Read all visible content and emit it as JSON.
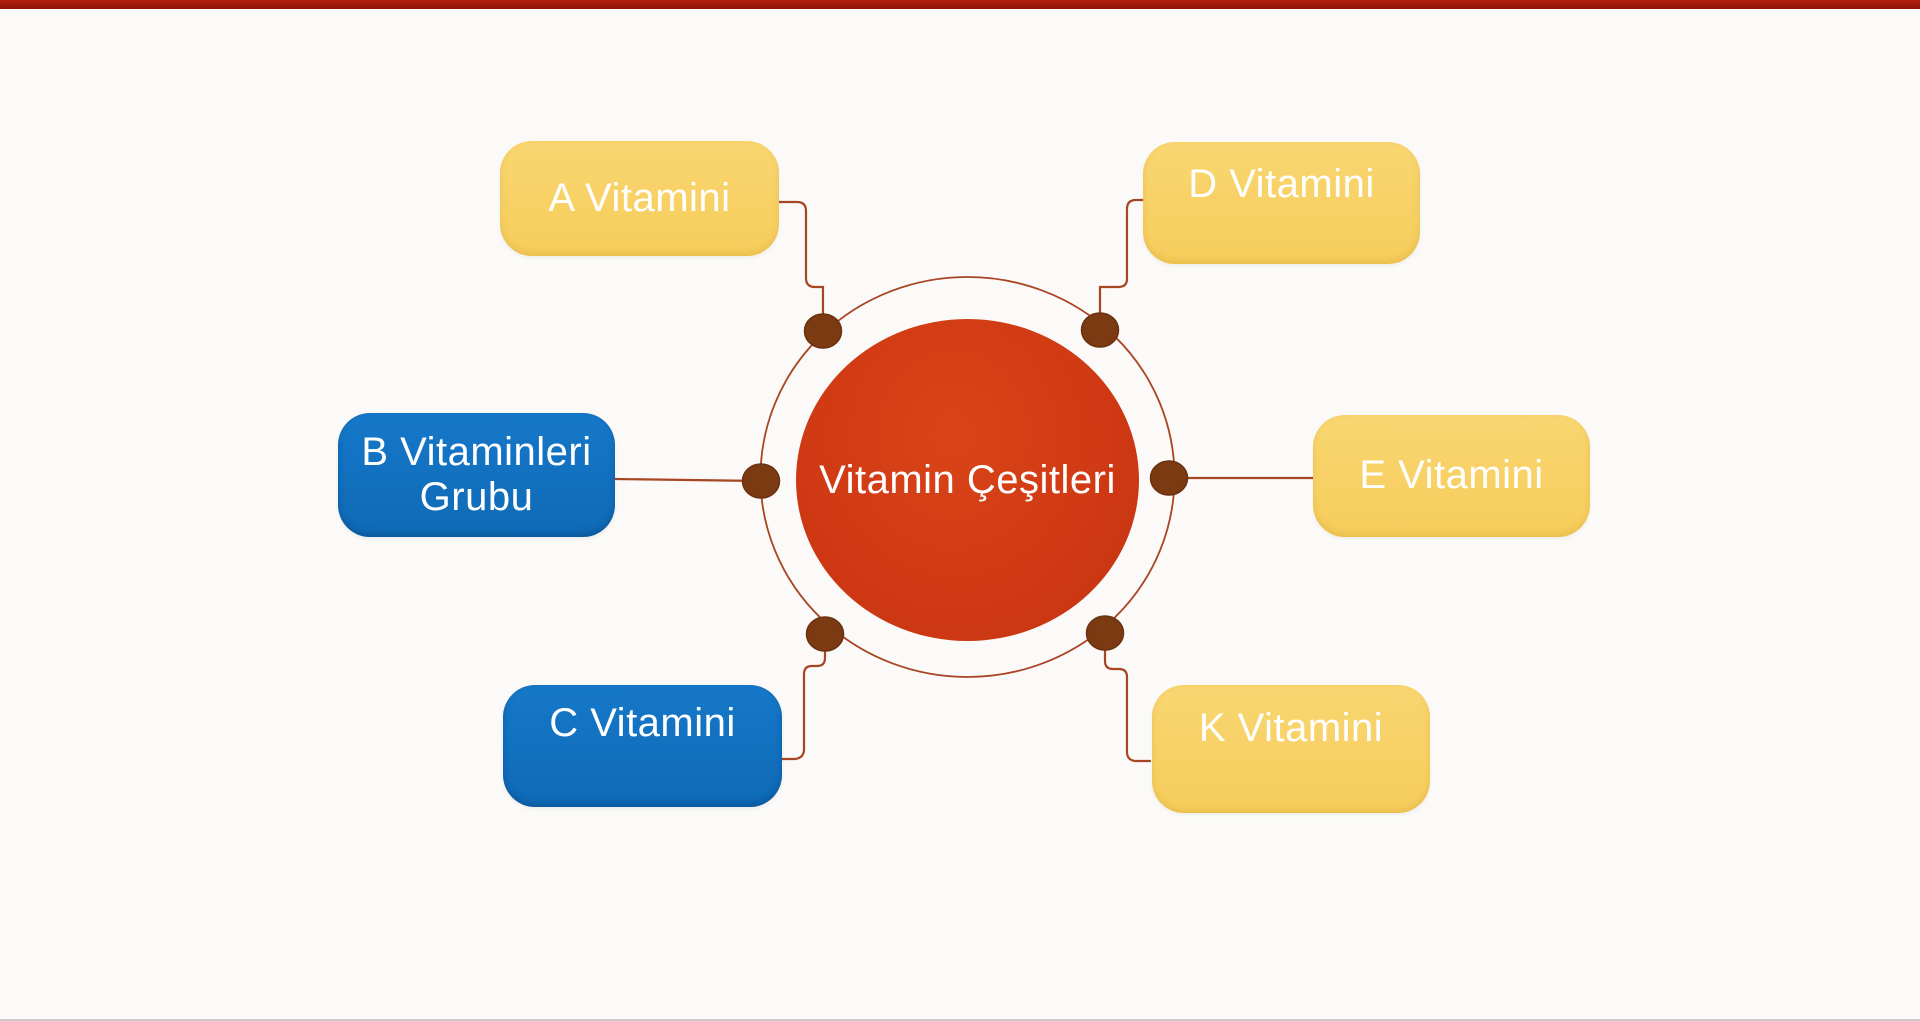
{
  "page": {
    "background_color": "#fbfaf8",
    "top_bar_color": "#a51b0c",
    "bottom_line_color": "#ccc9c6"
  },
  "diagram": {
    "center": {
      "label": "Vitamin Çeşitleri",
      "fill_color": "#d03a14",
      "text_color": "#ffffff",
      "ring_color": "#a84523",
      "dot_color": "#7b3a12"
    },
    "nodes": [
      {
        "id": "a-vitamini",
        "label": "A Vitamini",
        "fill_color": "#f7d065",
        "text_color": "#ffffff",
        "position": "top-left"
      },
      {
        "id": "d-vitamini",
        "label": "D Vitamini",
        "fill_color": "#f7d065",
        "text_color": "#ffffff",
        "position": "top-right"
      },
      {
        "id": "b-vitaminleri-grubu",
        "label": "B Vitaminleri Grubu",
        "line1": "B Vitaminleri",
        "line2": "Grubu",
        "fill_color": "#1173c2",
        "text_color": "#ffffff",
        "position": "left"
      },
      {
        "id": "e-vitamini",
        "label": "E Vitamini",
        "fill_color": "#f7d065",
        "text_color": "#ffffff",
        "position": "right"
      },
      {
        "id": "c-vitamini",
        "label": "C Vitamini",
        "fill_color": "#1173c2",
        "text_color": "#ffffff",
        "position": "bottom-left"
      },
      {
        "id": "k-vitamini",
        "label": "K Vitamini",
        "fill_color": "#f7d065",
        "text_color": "#ffffff",
        "position": "bottom-right"
      }
    ]
  }
}
